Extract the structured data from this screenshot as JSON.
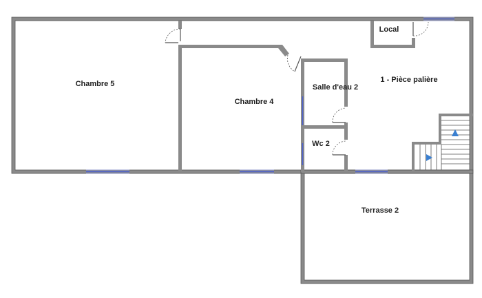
{
  "plan": {
    "rooms": [
      {
        "id": "chambre5",
        "label": "Chambre 5"
      },
      {
        "id": "chambre4",
        "label": "Chambre 4"
      },
      {
        "id": "salle_eau2",
        "label": "Salle d'eau 2"
      },
      {
        "id": "piece_paliere",
        "label": "1 - Pièce palière"
      },
      {
        "id": "local",
        "label": "Local"
      },
      {
        "id": "wc2",
        "label": "Wc 2"
      },
      {
        "id": "terrasse2",
        "label": "Terrasse 2"
      }
    ]
  }
}
